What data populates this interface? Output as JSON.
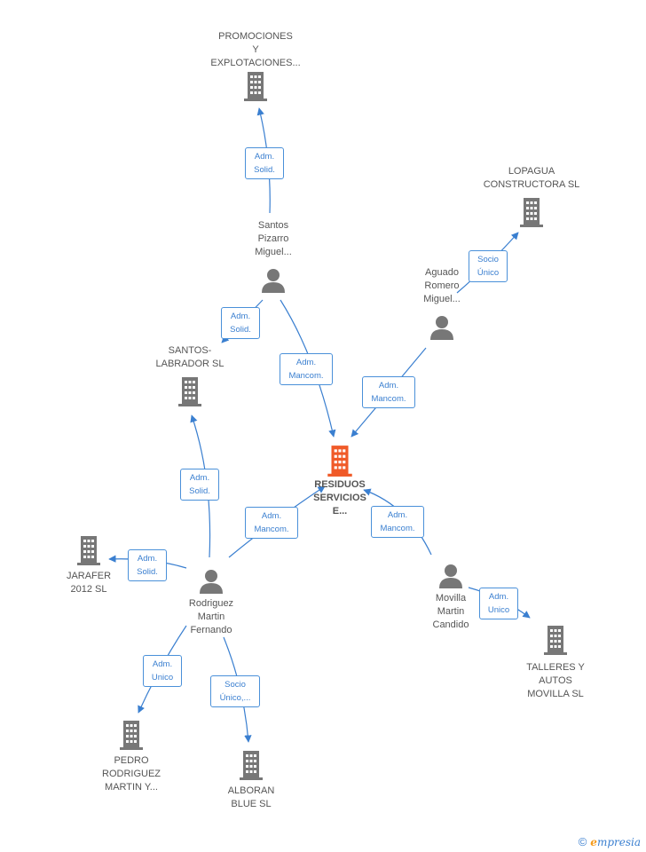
{
  "colors": {
    "edge": "#3a7fd0",
    "company_icon": "#777777",
    "center_icon": "#f05a28",
    "person_icon": "#777777"
  },
  "center": {
    "name": "RESIDUOS\nSERVICIOS\nE...",
    "icon": "building-icon"
  },
  "companies": {
    "promociones": "PROMOCIONES\nY\nEXPLOTACIONES...",
    "lopagua": "LOPAGUA\nCONSTRUCTORA SL",
    "santos_labrador": "SANTOS-\nLABRADOR SL",
    "jarafer": "JARAFER\n2012 SL",
    "pedro": "PEDRO\nRODRIGUEZ\nMARTIN Y...",
    "alboran": "ALBORAN\nBLUE SL",
    "talleres": "TALLERES Y\nAUTOS\nMOVILLA SL"
  },
  "persons": {
    "santos_pizarro": "Santos\nPizarro\nMiguel...",
    "aguado": "Aguado\nRomero\nMiguel...",
    "rodriguez": "Rodriguez\nMartin\nFernando",
    "movilla": "Movilla\nMartin\nCandido"
  },
  "edges": {
    "santos_to_promociones": "Adm.\nSolid.",
    "santos_to_santos_labrador": "Adm.\nSolid.",
    "santos_to_center": "Adm.\nMancom.",
    "aguado_to_lopagua": "Socio\nÚnico",
    "aguado_to_center": "Adm.\nMancom.",
    "rodriguez_to_santos_labrador": "Adm.\nSolid.",
    "rodriguez_to_jarafer": "Adm.\nSolid.",
    "rodriguez_to_center": "Adm.\nMancom.",
    "rodriguez_to_pedro": "Adm.\nUnico",
    "rodriguez_to_alboran": "Socio\nÚnico,...",
    "movilla_to_center": "Adm.\nMancom.",
    "movilla_to_talleres": "Adm.\nUnico"
  },
  "watermark": {
    "symbol": "©",
    "brand_first": "e",
    "brand_rest": "mpresia"
  }
}
